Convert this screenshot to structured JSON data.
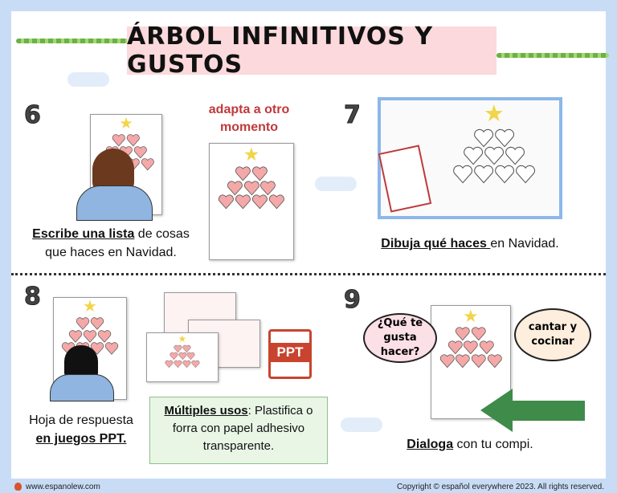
{
  "title": "ÁRBOL INFINITIVOS Y GUSTOS",
  "sections": [
    {
      "number": "6",
      "caption_bold": "Escribe una lista",
      "caption_rest": " de cosas que haces en Navidad.",
      "note": "adapta a otro momento"
    },
    {
      "number": "7",
      "caption_bold": "Dibuja qué haces ",
      "caption_rest": "en Navidad."
    },
    {
      "number": "8",
      "caption_line1": "Hoja de respuesta",
      "caption_bold": "en juegos PPT.",
      "ppt_label": "PPT",
      "box_bold": "Múltiples usos",
      "box_rest": ": Plastifica o forra con papel adhesivo transparente."
    },
    {
      "number": "9",
      "caption_bold": "Dialoga",
      "caption_rest": " con tu compi.",
      "bubble_question": "¿Qué te gusta hacer?",
      "bubble_answer": "cantar y cocinar"
    }
  ],
  "footer": {
    "website": "www.espanolew.com",
    "copyright": "Copyright © español everywhere 2023. All rights reserved."
  },
  "colors": {
    "title_bg": "#fbd9dc",
    "accent_red": "#c0393b",
    "arrow_green": "#3e8b4a",
    "box_bg": "#e9f6e6"
  }
}
